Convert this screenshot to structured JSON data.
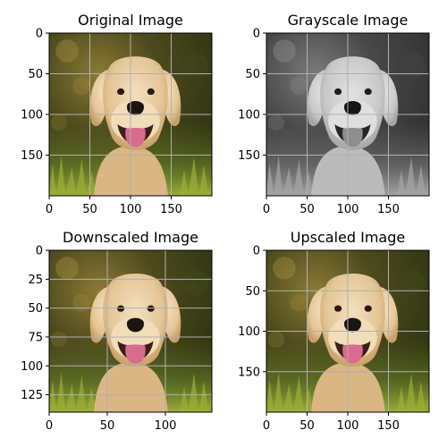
{
  "figure": {
    "panels": [
      {
        "title": "Original Image",
        "mode": "color",
        "pixel_size": [
          200,
          200
        ],
        "xticks": [
          "0",
          "50",
          "100",
          "150"
        ],
        "yticks": [
          "0",
          "50",
          "100",
          "150"
        ]
      },
      {
        "title": "Grayscale Image",
        "mode": "grayscale",
        "pixel_size": [
          200,
          200
        ],
        "xticks": [
          "0",
          "50",
          "100",
          "150"
        ],
        "yticks": [
          "0",
          "50",
          "100",
          "150"
        ]
      },
      {
        "title": "Downscaled Image",
        "mode": "color",
        "pixel_size": [
          140,
          140
        ],
        "xticks": [
          "0",
          "50",
          "100"
        ],
        "yticks": [
          "0",
          "25",
          "50",
          "75",
          "100",
          "125"
        ]
      },
      {
        "title": "Upscaled Image",
        "mode": "color",
        "pixel_size": [
          200,
          200
        ],
        "xticks": [
          "0",
          "50",
          "100",
          "150"
        ],
        "yticks": [
          "0",
          "50",
          "100",
          "150"
        ]
      }
    ],
    "colors": {
      "background_dark": "#3f3f17",
      "foliage_green": "#6b7d2a",
      "fur": "#e7c99b",
      "fur_shadow": "#c89c62",
      "nose": "#1b1410",
      "tongue": "#d86b8e"
    }
  }
}
